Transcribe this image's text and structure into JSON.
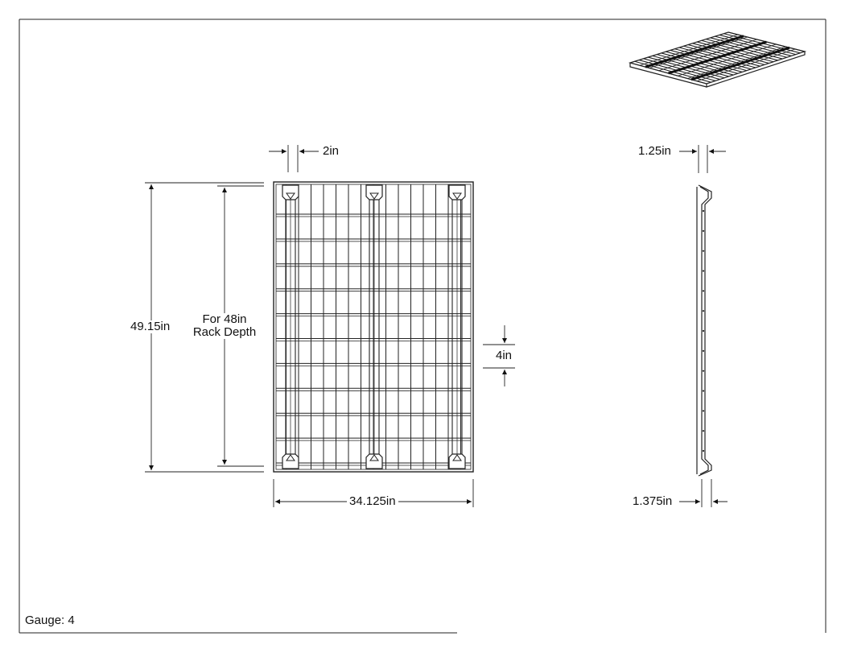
{
  "drawing": {
    "gauge_note": "Gauge: 4",
    "dimensions": {
      "overall_width": "34.125in",
      "overall_height": "49.15in",
      "rack_depth_line1": "For 48in",
      "rack_depth_line2": "Rack Depth",
      "wire_spacing_horizontal": "2in",
      "wire_spacing_vertical": "4in",
      "flare_top": "1.25in",
      "flare_bottom": "1.375in"
    },
    "panel_grid": {
      "longitudinal_wires": 16,
      "cross_wires": 13,
      "support_channels": 3
    }
  }
}
